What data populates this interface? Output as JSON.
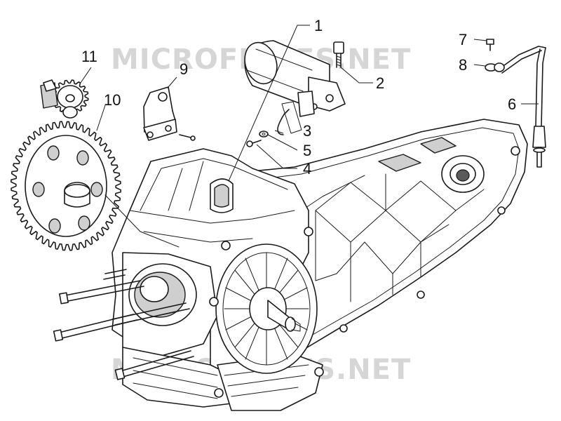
{
  "watermark": {
    "text": "MICROFICHES.NET"
  },
  "callouts": [
    {
      "id": "1",
      "label": "1"
    },
    {
      "id": "2",
      "label": "2"
    },
    {
      "id": "3",
      "label": "3"
    },
    {
      "id": "4",
      "label": "4"
    },
    {
      "id": "5",
      "label": "5"
    },
    {
      "id": "6",
      "label": "6"
    },
    {
      "id": "7",
      "label": "7"
    },
    {
      "id": "8",
      "label": "8"
    },
    {
      "id": "9",
      "label": "9"
    },
    {
      "id": "10",
      "label": "10"
    },
    {
      "id": "11",
      "label": "11"
    }
  ],
  "colors": {
    "ink": "#1a1a1a",
    "watermark": "#d6d6d6",
    "background": "#ffffff"
  }
}
